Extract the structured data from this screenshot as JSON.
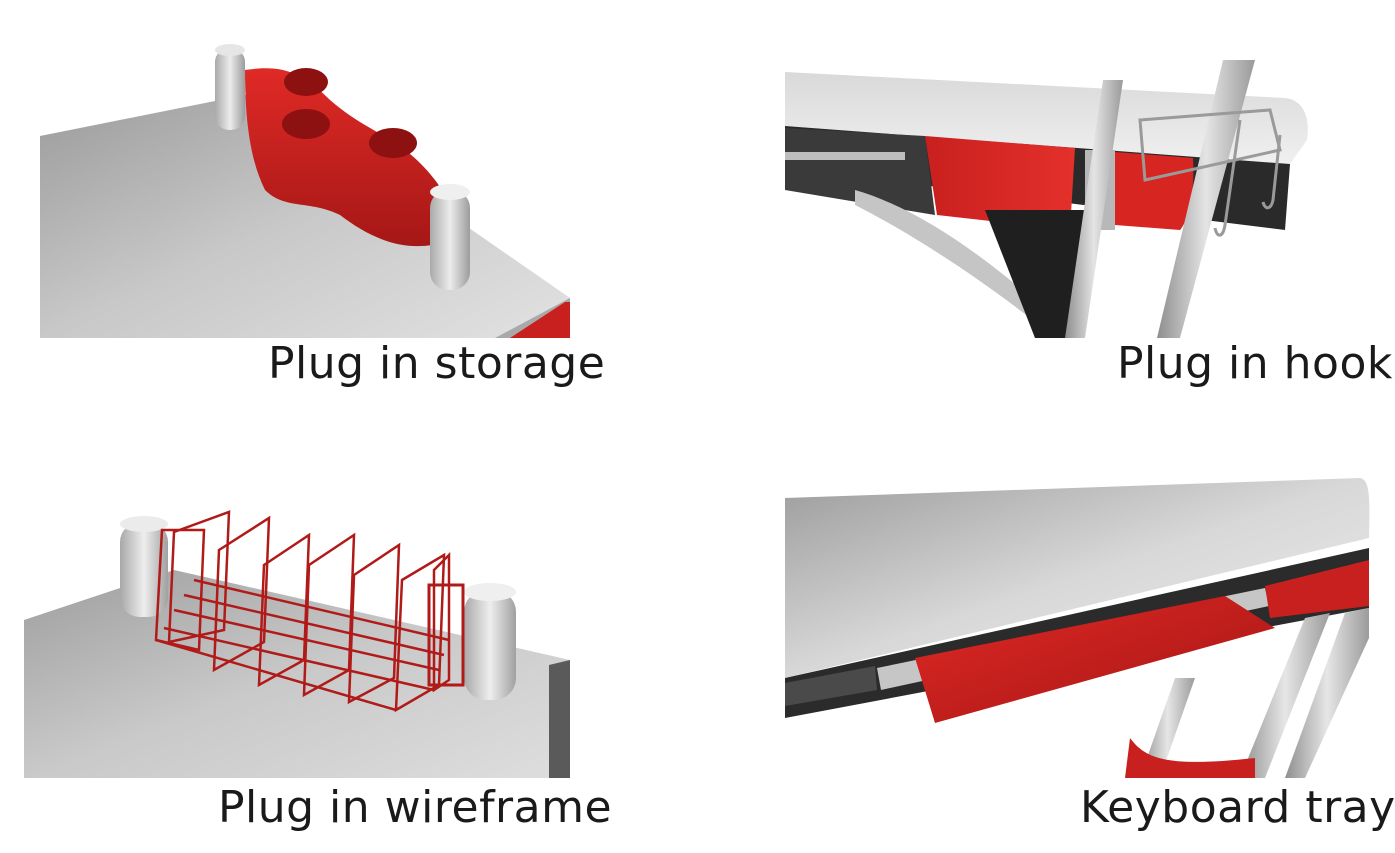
{
  "panels": [
    {
      "id": "storage",
      "caption": "Plug in storage"
    },
    {
      "id": "hooks",
      "caption": "Plug in hooks"
    },
    {
      "id": "wireframe",
      "caption": "Plug in wireframe"
    },
    {
      "id": "keyboard",
      "caption": "Keyboard tray"
    }
  ],
  "colors": {
    "accent_red": "#c8201f",
    "desk_grey": "#cfcfcf",
    "background": "#ffffff",
    "text": "#1a1a1a"
  }
}
